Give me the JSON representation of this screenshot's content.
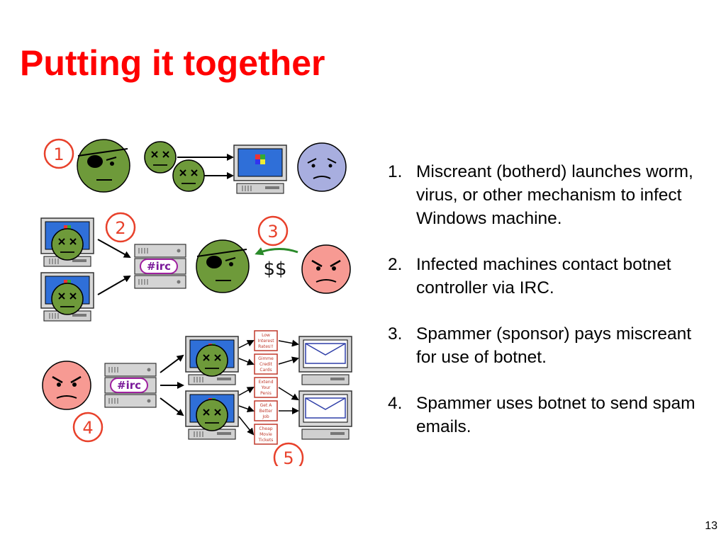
{
  "slide": {
    "title": "Putting it together",
    "page_number": "13"
  },
  "diagram": {
    "step_markers": [
      "1",
      "2",
      "3",
      "4",
      "5"
    ],
    "irc_label": "#irc",
    "payment_label": "$$",
    "spam_subjects": [
      [
        "Low",
        "Interest",
        "Rates!!"
      ],
      [
        "Gimme",
        "Credit",
        "Cards"
      ],
      [
        "Extend",
        "Your",
        "Penis"
      ],
      [
        "Get A",
        "Better",
        "Job"
      ],
      [
        "Cheap",
        "Movie",
        "Tickets"
      ]
    ],
    "colors": {
      "green_face": "#6e9a3a",
      "red_face": "#f79a93",
      "blue_face": "#a8aedf",
      "marker_red": "#e8412b",
      "payment_arrow": "#2a8a2a",
      "screen_blue": "#2f6fd8"
    }
  },
  "steps": [
    {
      "num": "1.",
      "text": "Miscreant (botherd) launches worm, virus, or other mechanism to infect Windows machine."
    },
    {
      "num": "2.",
      "text": "Infected machines contact botnet controller via IRC."
    },
    {
      "num": "3.",
      "text": "Spammer (sponsor) pays miscreant for use of botnet."
    },
    {
      "num": "4.",
      "text": "Spammer uses botnet to send spam emails."
    }
  ]
}
